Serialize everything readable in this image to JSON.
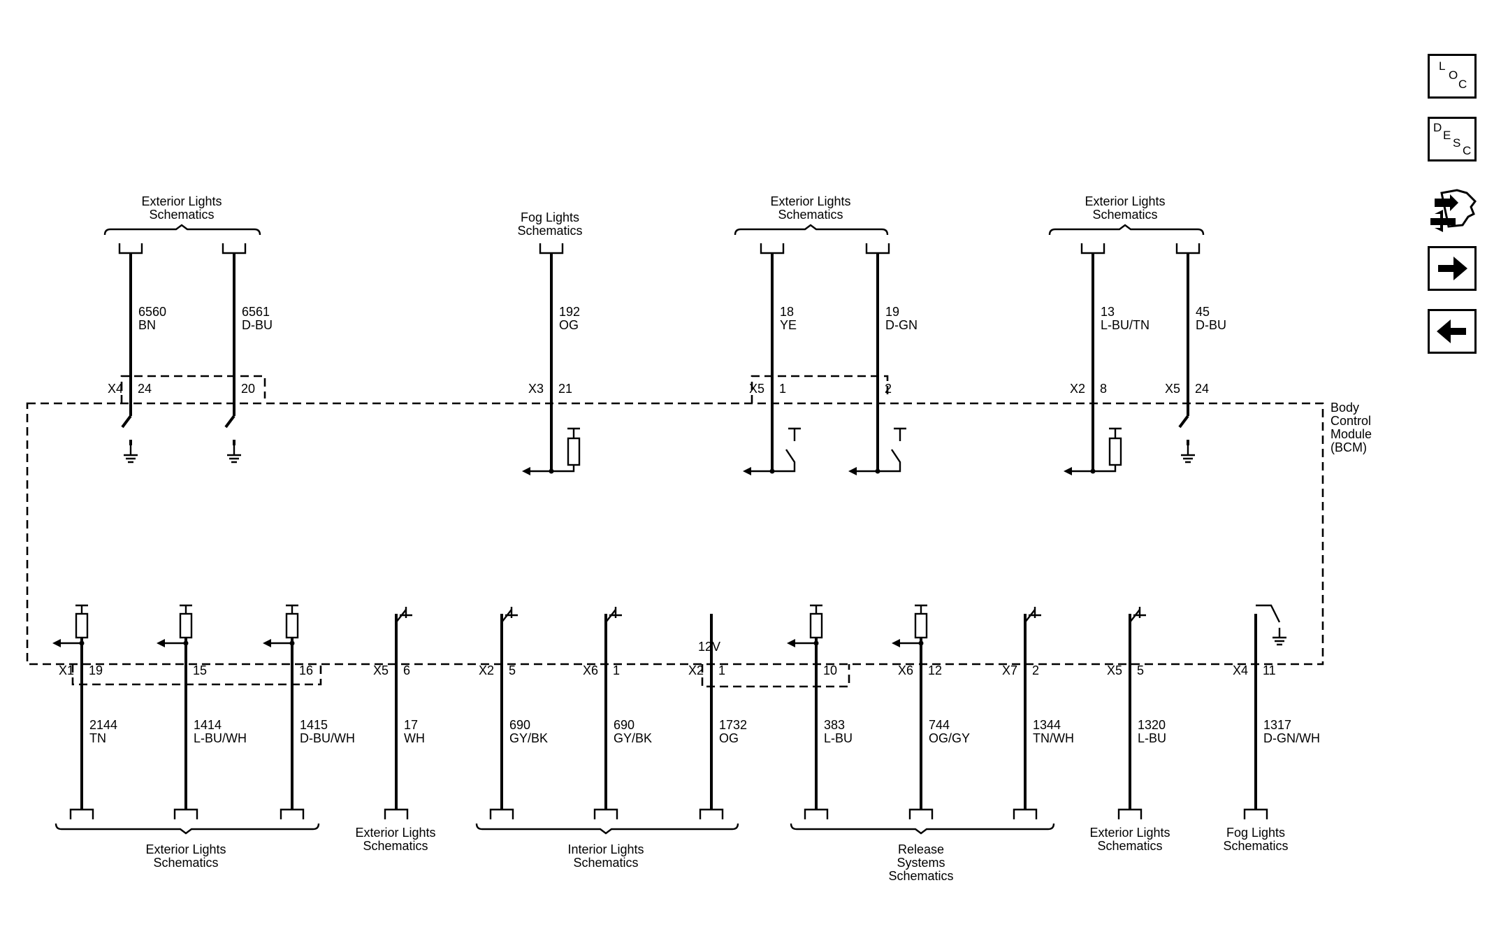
{
  "top_groups": [
    {
      "label": [
        "Exterior Lights",
        "Schematics"
      ]
    },
    {
      "label": [
        "Fog Lights",
        "Schematics"
      ]
    },
    {
      "label": [
        "Exterior Lights",
        "Schematics"
      ]
    },
    {
      "label": [
        "Exterior Lights",
        "Schematics"
      ]
    }
  ],
  "top_circuits": [
    {
      "circuit": "6560",
      "color": "BN",
      "connector": "X4",
      "pin": "24",
      "terminal": "switch-ground"
    },
    {
      "circuit": "6561",
      "color": "D-BU",
      "connector": "",
      "pin": "20",
      "terminal": "switch-ground"
    },
    {
      "circuit": "192",
      "color": "OG",
      "connector": "X3",
      "pin": "21",
      "terminal": "pullup-input"
    },
    {
      "circuit": "18",
      "color": "YE",
      "connector": "X5",
      "pin": "1",
      "terminal": "switch-input"
    },
    {
      "circuit": "19",
      "color": "D-GN",
      "connector": "",
      "pin": "2",
      "terminal": "switch-input"
    },
    {
      "circuit": "13",
      "color": "L-BU/TN",
      "connector": "X2",
      "pin": "8",
      "terminal": "pullup-input"
    },
    {
      "circuit": "45",
      "color": "D-BU",
      "connector": "X5",
      "pin": "24",
      "terminal": "switch-ground"
    }
  ],
  "module": {
    "label": [
      "Body",
      "Control",
      "Module",
      "(BCM)"
    ]
  },
  "bottom_circuits": [
    {
      "circuit": "2144",
      "color": "TN",
      "connector": "X1",
      "pin": "19",
      "terminal": "pullup-input"
    },
    {
      "circuit": "1414",
      "color": "L-BU/WH",
      "connector": "",
      "pin": "15",
      "terminal": "pullup-input"
    },
    {
      "circuit": "1415",
      "color": "D-BU/WH",
      "connector": "",
      "pin": "16",
      "terminal": "pullup-input"
    },
    {
      "circuit": "17",
      "color": "WH",
      "connector": "X5",
      "pin": "6",
      "terminal": "switch"
    },
    {
      "circuit": "690",
      "color": "GY/BK",
      "connector": "X2",
      "pin": "5",
      "terminal": "switch"
    },
    {
      "circuit": "690",
      "color": "GY/BK",
      "connector": "X6",
      "pin": "1",
      "terminal": "switch"
    },
    {
      "circuit": "1732",
      "color": "OG",
      "connector": "X2",
      "pin": "1",
      "terminal": "voltage",
      "voltage": "12V"
    },
    {
      "circuit": "383",
      "color": "L-BU",
      "connector": "",
      "pin": "10",
      "terminal": "pullup-input"
    },
    {
      "circuit": "744",
      "color": "OG/GY",
      "connector": "X6",
      "pin": "12",
      "terminal": "pullup-input"
    },
    {
      "circuit": "1344",
      "color": "TN/WH",
      "connector": "X7",
      "pin": "2",
      "terminal": "switch"
    },
    {
      "circuit": "1320",
      "color": "L-BU",
      "connector": "X5",
      "pin": "5",
      "terminal": "switch"
    },
    {
      "circuit": "1317",
      "color": "D-GN/WH",
      "connector": "X4",
      "pin": "11",
      "terminal": "switch-ground-right"
    }
  ],
  "bottom_groups": [
    {
      "label": [
        "Exterior Lights",
        "Schematics"
      ]
    },
    {
      "label": [
        "Exterior Lights",
        "Schematics"
      ]
    },
    {
      "label": [
        "Interior Lights",
        "Schematics"
      ]
    },
    {
      "label": [
        "Release",
        "Systems",
        "Schematics"
      ]
    },
    {
      "label": [
        "Exterior Lights",
        "Schematics"
      ]
    },
    {
      "label": [
        "Fog Lights",
        "Schematics"
      ]
    }
  ],
  "nav": {
    "loc": [
      "L",
      "O",
      "C"
    ],
    "desc": [
      "D",
      "E",
      "S",
      "C"
    ],
    "tool_icon": "connector-end-view-icon",
    "next_icon": "arrow-right-icon",
    "prev_icon": "arrow-left-icon"
  }
}
